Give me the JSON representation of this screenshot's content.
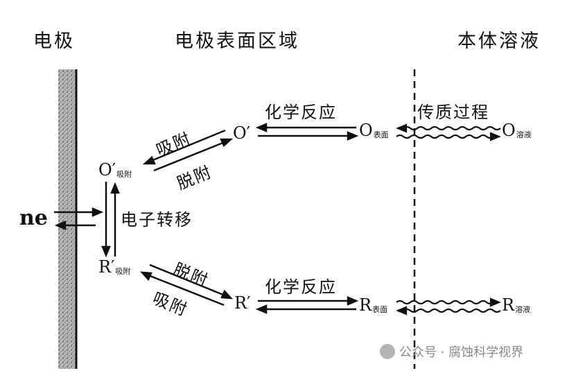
{
  "headers": {
    "electrode": "电极",
    "surface_region": "电极表面区域",
    "bulk_solution": "本体溶液"
  },
  "labels": {
    "adsorption_top": "吸附",
    "desorption_top": "脱附",
    "desorption_bottom": "脱附",
    "adsorption_bottom": "吸附",
    "chem_reaction_top": "化学反应",
    "chem_reaction_bottom": "化学反应",
    "mass_transfer": "传质过程",
    "electron_transfer": "电子转移",
    "ne": "ne"
  },
  "species": {
    "o_ads_main": "O′",
    "o_ads_sub": "吸附",
    "o_prime": "O′",
    "o_surface_main": "O",
    "o_surface_sub": "表面",
    "o_bulk_main": "O",
    "o_bulk_sub": "溶液",
    "r_ads_main": "R′",
    "r_ads_sub": "吸附",
    "r_prime": "R′",
    "r_surface_main": "R",
    "r_surface_sub": "表面",
    "r_bulk_main": "R",
    "r_bulk_sub": "溶液"
  },
  "watermark": "公众号 · 腐蚀科学视界"
}
